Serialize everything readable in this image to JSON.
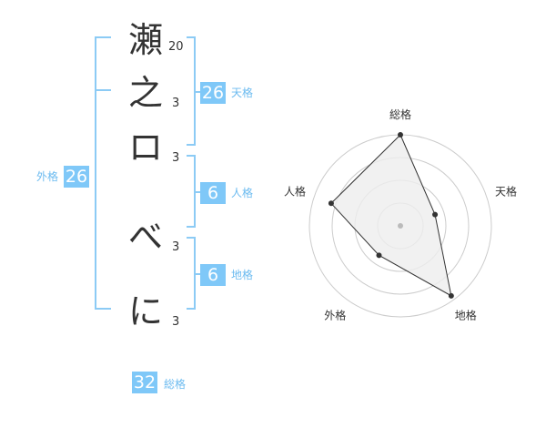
{
  "name_chars": [
    {
      "char": "瀬",
      "strokes": "20"
    },
    {
      "char": "之",
      "strokes": "3"
    },
    {
      "char": "ロ",
      "strokes": "3"
    },
    {
      "char": "べ",
      "strokes": "3"
    },
    {
      "char": "に",
      "strokes": "3"
    }
  ],
  "kaku": {
    "tenkaku": {
      "value": "26",
      "label": "天格"
    },
    "jinkaku": {
      "value": "6",
      "label": "人格"
    },
    "chikaku": {
      "value": "6",
      "label": "地格"
    },
    "gaikaku": {
      "value": "26",
      "label": "外格"
    },
    "soukaku": {
      "value": "32",
      "label": "総格"
    }
  },
  "chart_data": {
    "type": "radar",
    "axes": [
      "総格",
      "天格",
      "地格",
      "外格",
      "人格"
    ],
    "levels": 4,
    "values": [
      4,
      1.6,
      3.8,
      1.6,
      3.2
    ],
    "max": 4,
    "colors": {
      "fill": "#eeeeee",
      "stroke": "#333333",
      "grid": "#cccccc",
      "point": "#333333"
    }
  }
}
